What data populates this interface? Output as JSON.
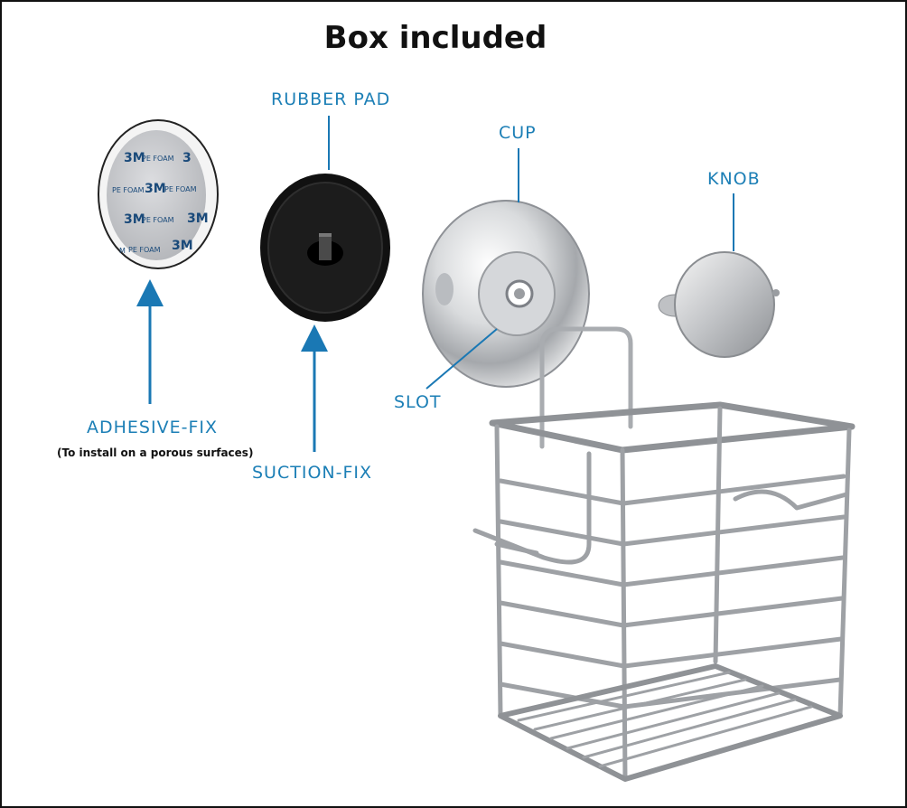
{
  "title": "Box included",
  "labels": {
    "rubber_pad": "RUBBER PAD",
    "cup": "CUP",
    "knob": "KNOB",
    "slot": "SLOT",
    "adhesive_fix": "ADHESIVE-FIX",
    "adhesive_note": "(To install on a porous surfaces)",
    "suction_fix": "SUCTION-FIX"
  },
  "foam_print": {
    "brand": "3M",
    "material": "PE FOAM"
  },
  "colors": {
    "label_blue": "#1c7fb6",
    "arrow_blue": "#1a78b4",
    "border": "#111111"
  }
}
